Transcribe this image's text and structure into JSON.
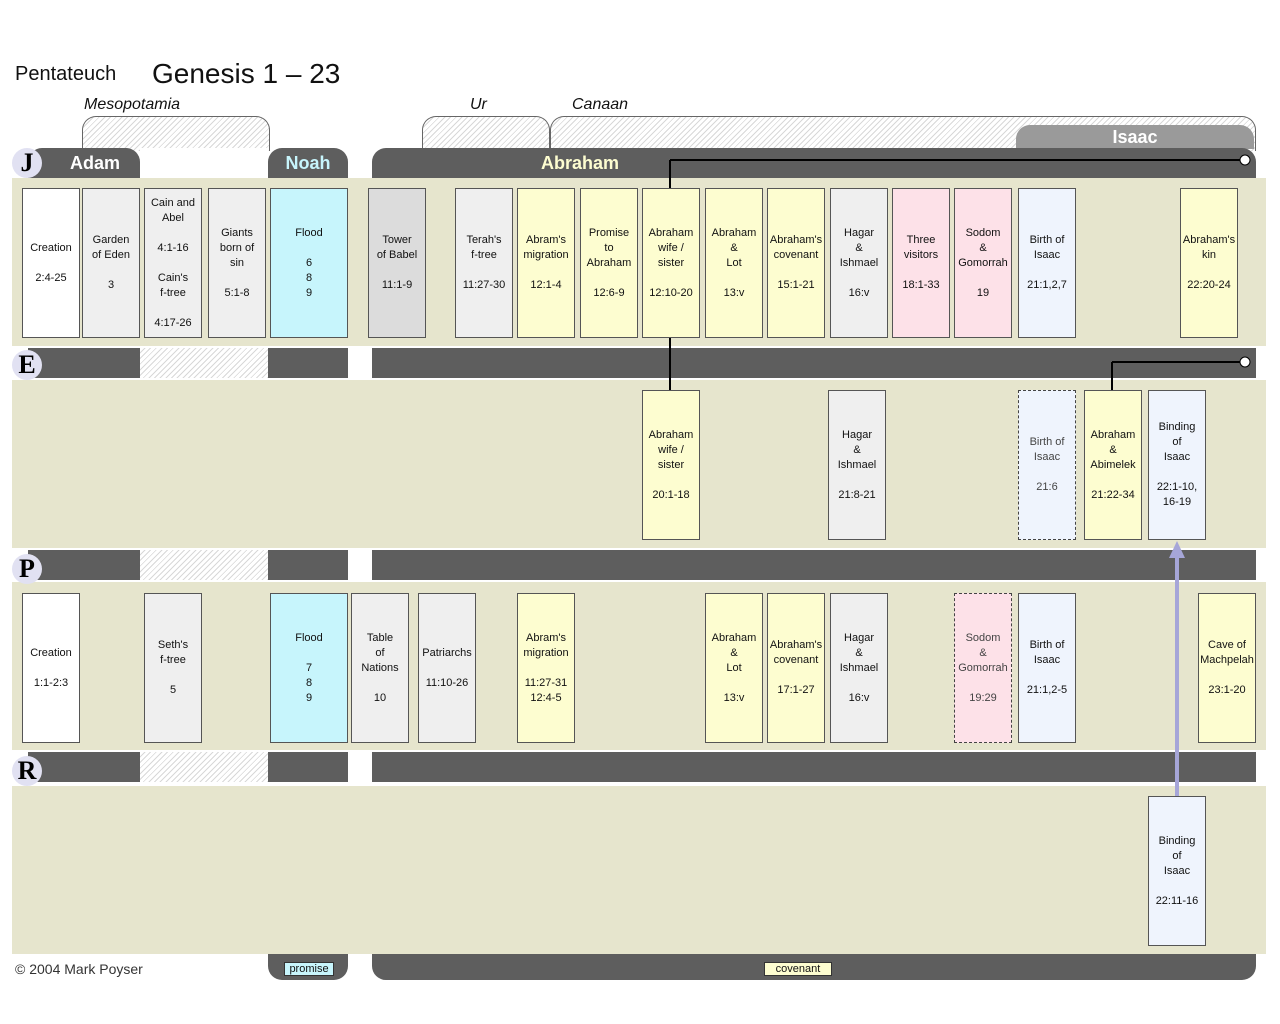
{
  "header": {
    "small": "Pentateuch",
    "big": "Genesis 1 – 23"
  },
  "regions": [
    "Mesopotamia",
    "Ur",
    "Canaan"
  ],
  "bands": {
    "adam": "Adam",
    "noah": "Noah",
    "abraham": "Abraham",
    "isaac": "Isaac"
  },
  "sources": [
    "J",
    "E",
    "P",
    "R"
  ],
  "colors": {
    "white": "#ffffff",
    "grey": "#efefef",
    "darkgrey": "#dcdcdc",
    "cyan": "#c7f5fc",
    "yellow": "#fdfdd0",
    "pink": "#fde1e8",
    "lightblue": "#eff4fd"
  },
  "j_cards": [
    {
      "title": "Creation",
      "ref": "2:4-25"
    },
    {
      "title": "Garden\nof Eden",
      "ref": "3"
    },
    {
      "title": "Cain and\nAbel\n\n4:1-16\n\nCain's\nf-tree",
      "ref": "4:17-26"
    },
    {
      "title": "Giants\nborn of\nsin",
      "ref": "5:1-8"
    },
    {
      "title": "Flood",
      "ref": "6\n8\n9"
    },
    {
      "title": "Tower\nof Babel",
      "ref": "11:1-9"
    },
    {
      "title": "Terah's\nf-tree",
      "ref": "11:27-30"
    },
    {
      "title": "Abram's\nmigration",
      "ref": "12:1-4"
    },
    {
      "title": "Promise\nto\nAbraham",
      "ref": "12:6-9"
    },
    {
      "title": "Abraham\nwife /\nsister",
      "ref": "12:10-20"
    },
    {
      "title": "Abraham\n&\nLot",
      "ref": "13:v"
    },
    {
      "title": "Abraham's\ncovenant",
      "ref": "15:1-21"
    },
    {
      "title": "Hagar\n&\nIshmael",
      "ref": "16:v"
    },
    {
      "title": "Three\nvisitors",
      "ref": "18:1-33"
    },
    {
      "title": "Sodom\n&\nGomorrah",
      "ref": "19"
    },
    {
      "title": "Birth of\nIsaac",
      "ref": "21:1,2,7"
    },
    {
      "title": "Abraham's\nkin",
      "ref": "22:20-24"
    }
  ],
  "e_cards": [
    {
      "title": "Abraham\nwife /\nsister",
      "ref": "20:1-18"
    },
    {
      "title": "Hagar\n&\nIshmael",
      "ref": "21:8-21"
    },
    {
      "title": "Birth of\nIsaac",
      "ref": "21:6"
    },
    {
      "title": "Abraham\n&\nAbimelek",
      "ref": "21:22-34"
    },
    {
      "title": "Binding\nof\nIsaac",
      "ref": "22:1-10,\n16-19"
    }
  ],
  "p_cards": [
    {
      "title": "Creation",
      "ref": "1:1-2:3"
    },
    {
      "title": "Seth's\nf-tree",
      "ref": "5"
    },
    {
      "title": "Flood",
      "ref": "7\n8\n9"
    },
    {
      "title": "Table\nof\nNations",
      "ref": "10"
    },
    {
      "title": "Patriarchs",
      "ref": "11:10-26"
    },
    {
      "title": "Abram's\nmigration",
      "ref": "11:27-31\n12:4-5"
    },
    {
      "title": "Abraham\n&\nLot",
      "ref": "13:v"
    },
    {
      "title": "Abraham's\ncovenant",
      "ref": "17:1-27"
    },
    {
      "title": "Hagar\n&\nIshmael",
      "ref": "16:v"
    },
    {
      "title": "Sodom\n&\nGomorrah",
      "ref": "19:29"
    },
    {
      "title": "Birth of\nIsaac",
      "ref": "21:1,2-5"
    },
    {
      "title": "Cave of\nMachpelah",
      "ref": "23:1-20"
    }
  ],
  "r_cards": [
    {
      "title": "Binding\nof\nIsaac",
      "ref": "22:11-16"
    }
  ],
  "legend": {
    "promise": "promise",
    "covenant": "covenant"
  },
  "footer": {
    "copyright": "© 2004 Mark Poyser"
  }
}
